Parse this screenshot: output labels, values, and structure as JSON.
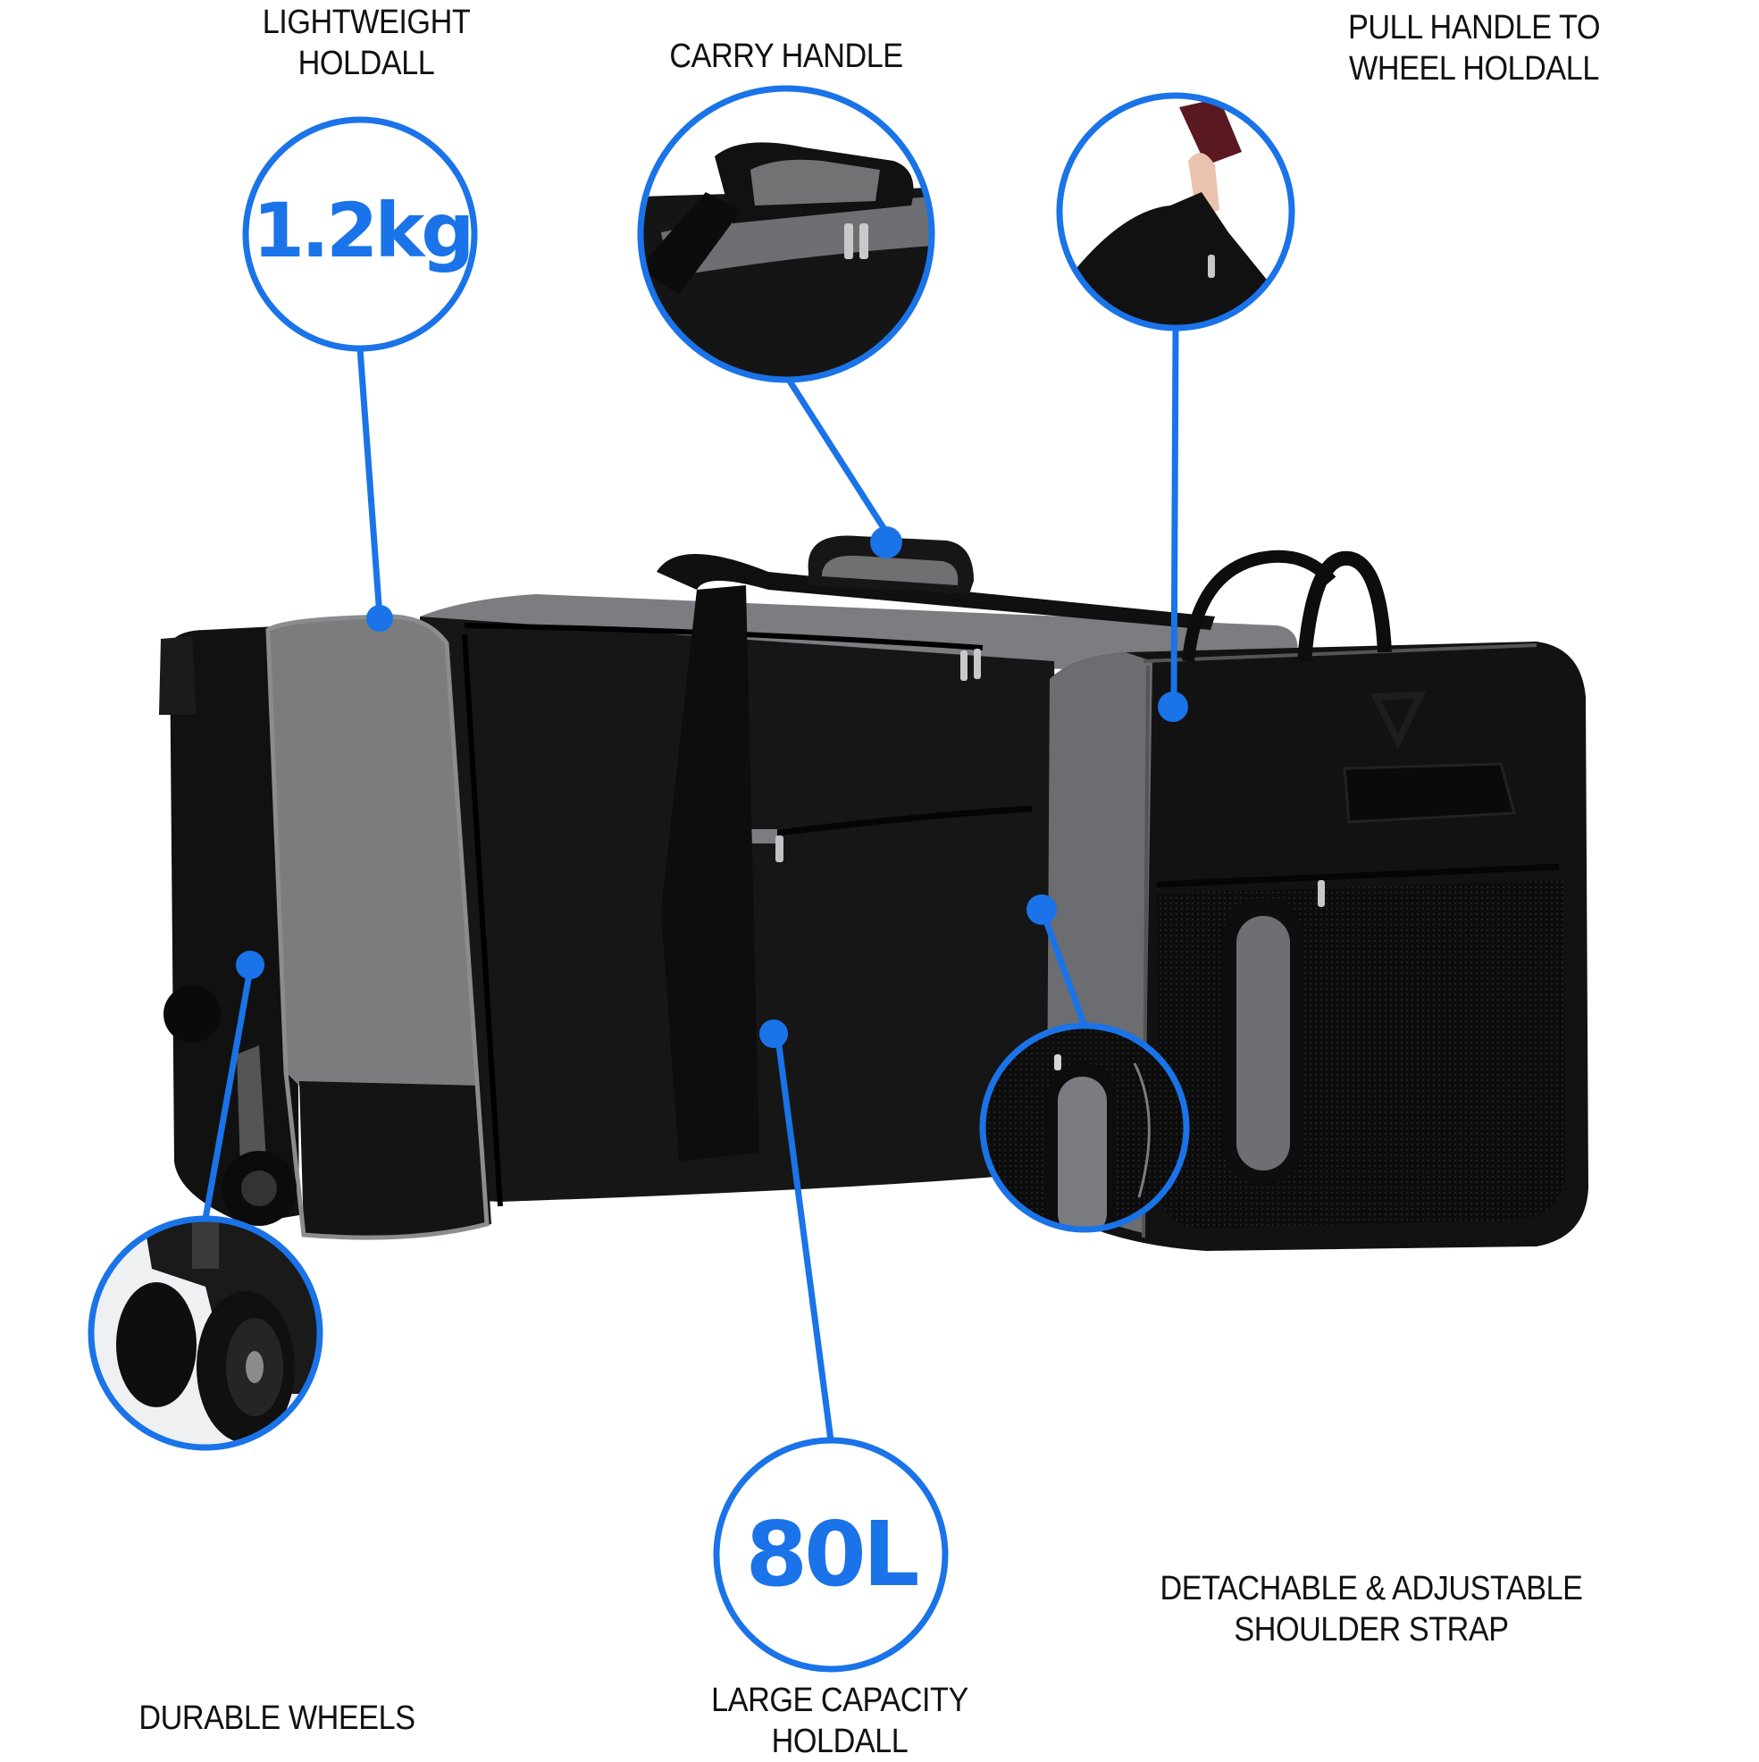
{
  "colors": {
    "accent_blue": "#1a73e8",
    "bag_black": "#141414",
    "bag_grey": "#6e7072",
    "background": "#ffffff",
    "text": "#111111"
  },
  "callouts": {
    "weight": {
      "label_lines": [
        "LIGHTWEIGHT",
        "HOLDALL"
      ],
      "value": "1.2kg"
    },
    "carry_handle": {
      "label_lines": [
        "CARRY HANDLE"
      ]
    },
    "pull_handle": {
      "label_lines": [
        "PULL HANDLE TO",
        "WHEEL HOLDALL"
      ]
    },
    "wheels": {
      "label_lines": [
        "DURABLE WHEELS"
      ]
    },
    "capacity": {
      "label_lines": [
        "LARGE CAPACITY",
        "HOLDALL"
      ],
      "value": "80L"
    },
    "shoulder_strap": {
      "label_lines": [
        "DETACHABLE & ADJUSTABLE",
        "SHOULDER STRAP"
      ]
    }
  }
}
